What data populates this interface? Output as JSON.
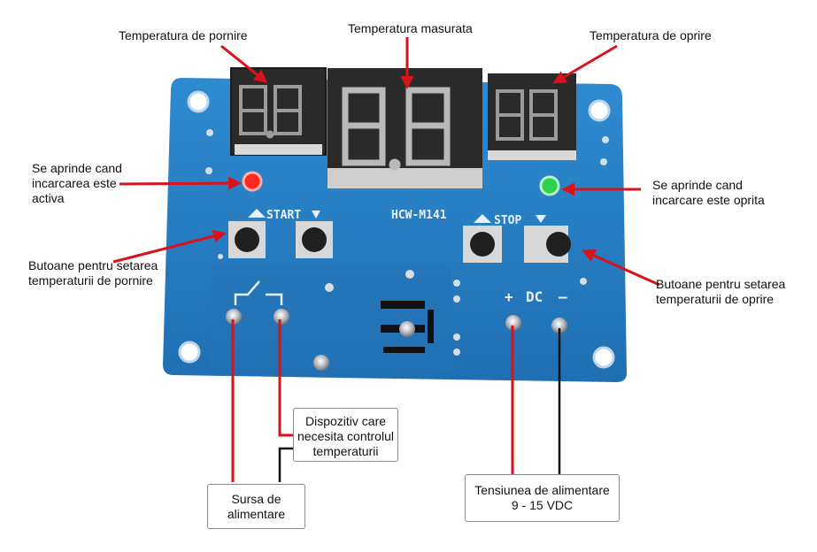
{
  "labels": {
    "start_temp": "Temperatura de pornire",
    "measured_temp": "Temperatura masurata",
    "stop_temp": "Temperatura de oprire",
    "red_led_l1": "Se aprinde cand",
    "red_led_l2": "incarcarea este",
    "red_led_l3": "activa",
    "green_led_l1": "Se aprinde cand",
    "green_led_l2": "incarcare este oprita",
    "start_buttons_l1": "Butoane pentru setarea",
    "start_buttons_l2": "temperaturii de pornire",
    "stop_buttons_l1": "Butoane pentru setarea",
    "stop_buttons_l2": "temperaturii de oprire"
  },
  "boxes": {
    "device_l1": "Dispozitiv care",
    "device_l2": "necesita controlul",
    "device_l3": "temperaturii",
    "source_l1": "Sursa de",
    "source_l2": "alimentare",
    "supply_l1": "Tensiunea de alimentare",
    "supply_l2": "9 - 15 VDC"
  },
  "board": {
    "model": "HCW-M141",
    "start_label": "START",
    "stop_label": "STOP",
    "dc_label": "DC",
    "plus": "+",
    "minus": "–"
  },
  "colors": {
    "board": "#2b7fc4",
    "arrow": "#d9121b",
    "led_red": "#ff2a1f",
    "led_green": "#2bd14a"
  }
}
